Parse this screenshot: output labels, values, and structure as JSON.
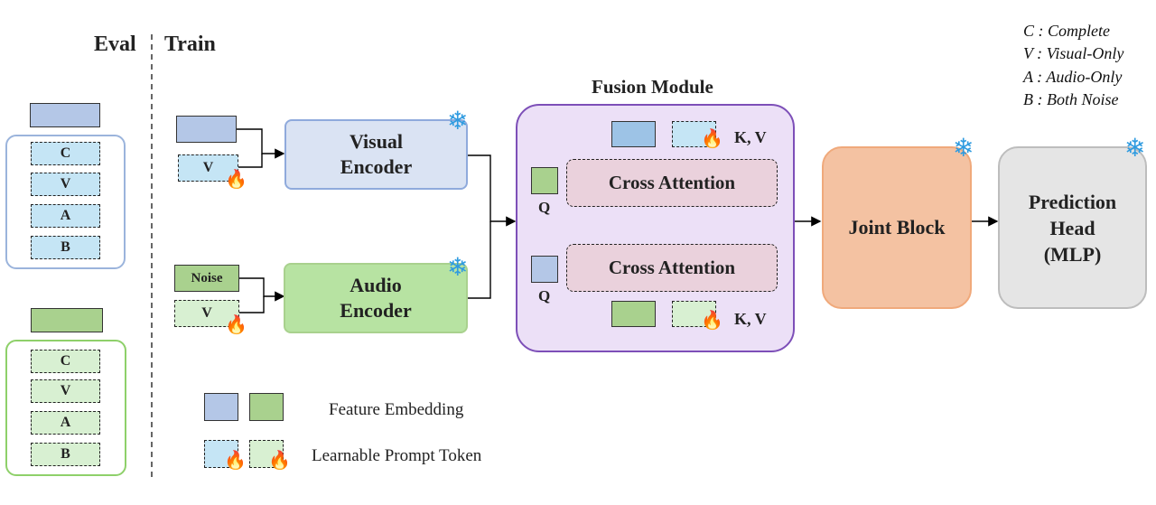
{
  "header": {
    "eval": "Eval",
    "train": "Train"
  },
  "legend_keys": {
    "complete": "C : Complete",
    "visual_only": "V : Visual-Only",
    "audio_only": "A : Audio-Only",
    "both_noise": "B : Both Noise"
  },
  "eval_visual_tokens": [
    "C",
    "V",
    "A",
    "B"
  ],
  "eval_audio_tokens": [
    "C",
    "V",
    "A",
    "B"
  ],
  "train": {
    "visual_prompt": "V",
    "noise_label": "Noise",
    "audio_prompt": "V"
  },
  "encoders": {
    "visual_line1": "Visual",
    "visual_line2": "Encoder",
    "audio_line1": "Audio",
    "audio_line2": "Encoder"
  },
  "fusion": {
    "title": "Fusion Module",
    "cross_attention_1": "Cross Attention",
    "cross_attention_2": "Cross Attention",
    "q1": "Q",
    "q2": "Q",
    "kv1": "K, V",
    "kv2": "K, V"
  },
  "joint_block": "Joint Block",
  "prediction": {
    "line1": "Prediction",
    "line2": "Head",
    "line3": "(MLP)"
  },
  "bottom_legend": {
    "feature": "Feature Embedding",
    "prompt": "Learnable Prompt Token"
  },
  "colors": {
    "visual_feature": "#b4c7e7",
    "audio_feature": "#a9d18e",
    "visual_prompt": "#c5e5f5",
    "audio_prompt": "#d8f0d2",
    "fusion_bg": "#ece0f7",
    "fusion_border": "#7d4fb8",
    "cross_attn_bg": "#ead1dc",
    "joint_bg": "#f4c2a2",
    "pred_bg": "#e5e5e5"
  }
}
